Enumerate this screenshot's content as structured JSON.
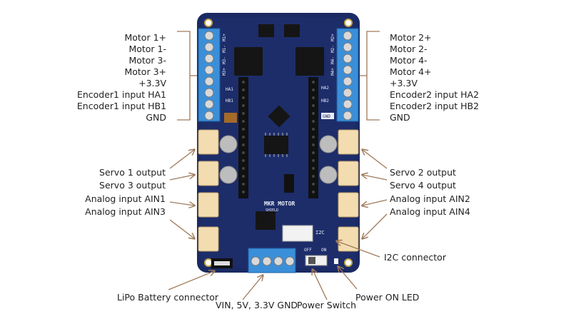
{
  "board": {
    "silkscreen_name": "MKR MOTOR",
    "silkscreen_sub": "SHIELD",
    "silk_i2c": "I2C",
    "silk_off": "OFF",
    "silk_on": "ON",
    "silk_gnd": "GND",
    "silk_ha1": "HA1",
    "silk_hb1": "HB1",
    "silk_ha2": "HA2",
    "silk_hb2": "HB2",
    "silk_m1p": "M1+",
    "silk_m1n": "M1-",
    "silk_m3n": "M3-",
    "silk_m3p": "M3+",
    "silk_m2p": "M2+",
    "silk_m2n": "M2-",
    "silk_m4n": "M4-",
    "silk_m4p": "M4+"
  },
  "left_terminal_labels": [
    "Motor 1+",
    "Motor 1-",
    "Motor 3-",
    "Motor 3+",
    "+3.3V",
    "Encoder1 input HA1",
    "Encoder1 input HB1",
    "GND"
  ],
  "right_terminal_labels": [
    "Motor 2+",
    "Motor 2-",
    "Motor 4-",
    "Motor 4+",
    "+3.3V",
    "Encoder2 input HA2",
    "Encoder2 input HB2",
    "GND"
  ],
  "left_servo_labels": [
    "Servo 1 output",
    "Servo 3 output",
    "Analog input AIN1",
    "Analog input AIN3"
  ],
  "right_servo_labels": [
    "Servo 2 output",
    "Servo 4 output",
    "Analog input AIN2",
    "Analog input AIN4"
  ],
  "bottom_labels": {
    "lipo": "LiPo Battery connector",
    "vin": "VIN, 5V, 3.3V GND",
    "power_switch": "Power Switch",
    "power_led": "Power ON LED",
    "i2c": "I2C connector"
  },
  "colors": {
    "pcb": "#1b2a63",
    "terminal": "#3b8fd9",
    "jst": "#f3ddb0",
    "arrow": "#a07a5a",
    "chip": "#151515"
  }
}
